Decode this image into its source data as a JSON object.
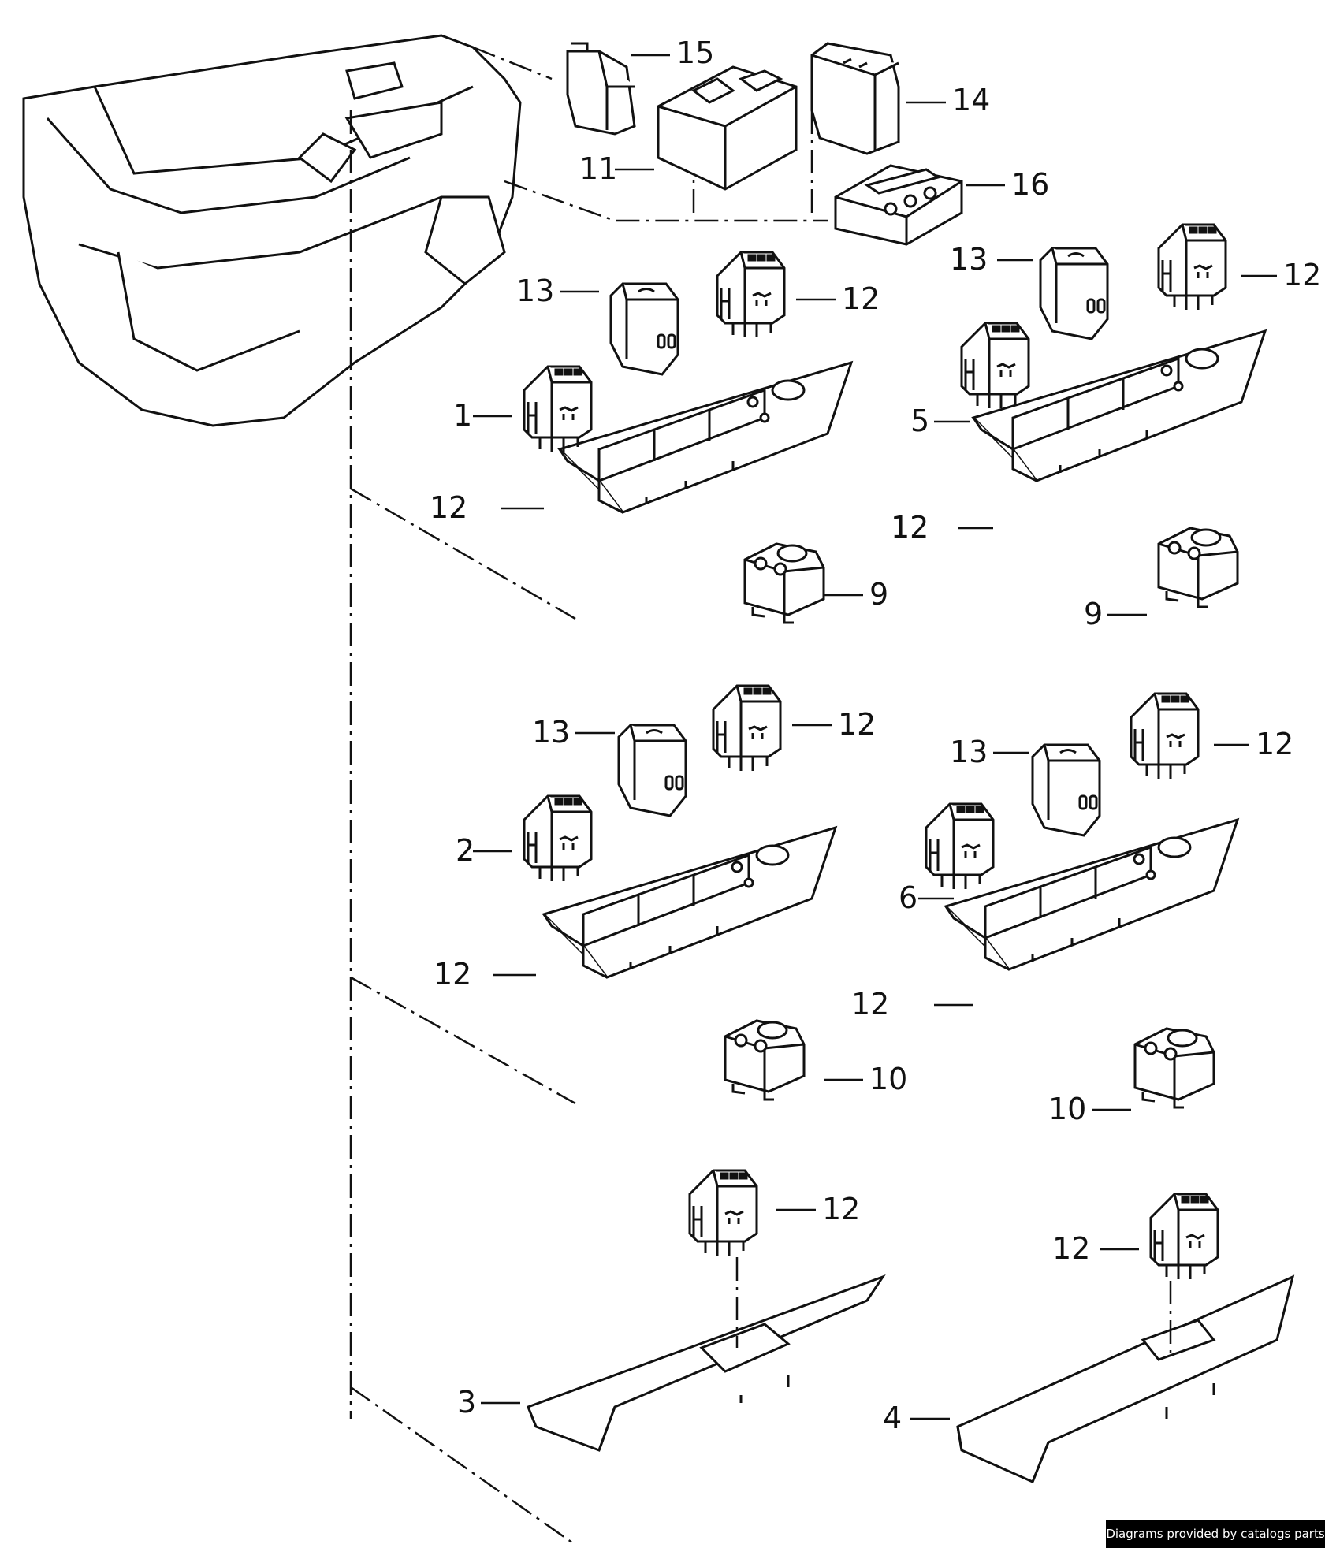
{
  "callouts": {
    "c15": "15",
    "c14": "14",
    "c11": "11",
    "c16": "16",
    "a13": "13",
    "a12r": "12",
    "a12l": "12",
    "a1": "1",
    "a9": "9",
    "b13": "13",
    "b12r": "12",
    "b12l": "12",
    "b5": "5",
    "b9": "9",
    "c13": "13",
    "c12r": "12",
    "c12l": "12",
    "c2": "2",
    "c10": "10",
    "d13": "13",
    "d12r": "12",
    "d12l": "12",
    "d6": "6",
    "d10": "10",
    "e12": "12",
    "e3": "3",
    "f12": "12",
    "f4": "4"
  },
  "credit": "Diagrams provided by catalogs parts"
}
